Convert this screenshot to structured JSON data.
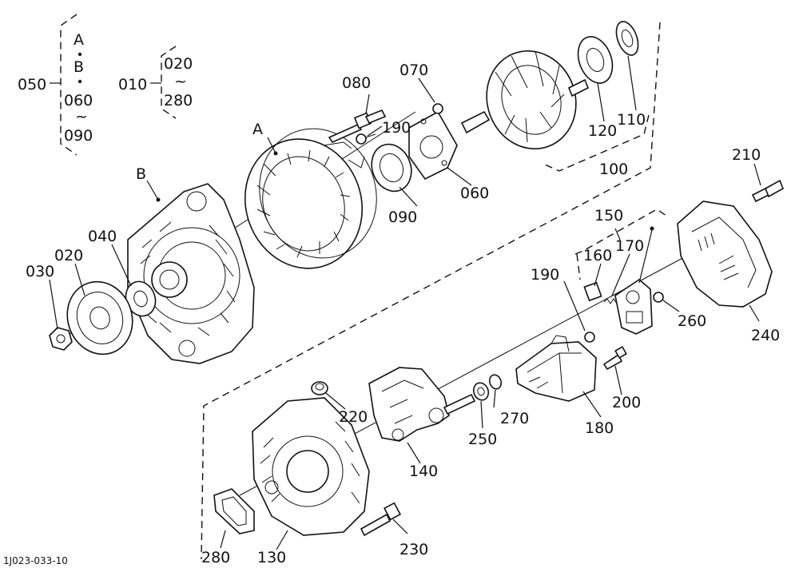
{
  "diagram": {
    "code": "1J023-033-10",
    "legend_050": {
      "number": "050",
      "items": [
        "A",
        "B",
        "060",
        "~",
        "090"
      ]
    },
    "legend_010": {
      "number": "010",
      "items": [
        "020",
        "~",
        "280"
      ]
    },
    "letters": {
      "a": "A",
      "b": "B"
    },
    "callouts": {
      "c020": "020",
      "c030": "030",
      "c040": "040",
      "c060": "060",
      "c070": "070",
      "c080": "080",
      "c090": "090",
      "c100": "100",
      "c110": "110",
      "c120": "120",
      "c130": "130",
      "c140": "140",
      "c150": "150",
      "c160": "160",
      "c170": "170",
      "c180": "180",
      "c190a": "190",
      "c190b": "190",
      "c200": "200",
      "c210": "210",
      "c220": "220",
      "c230": "230",
      "c240": "240",
      "c250": "250",
      "c260": "260",
      "c270": "270",
      "c280": "280"
    }
  }
}
